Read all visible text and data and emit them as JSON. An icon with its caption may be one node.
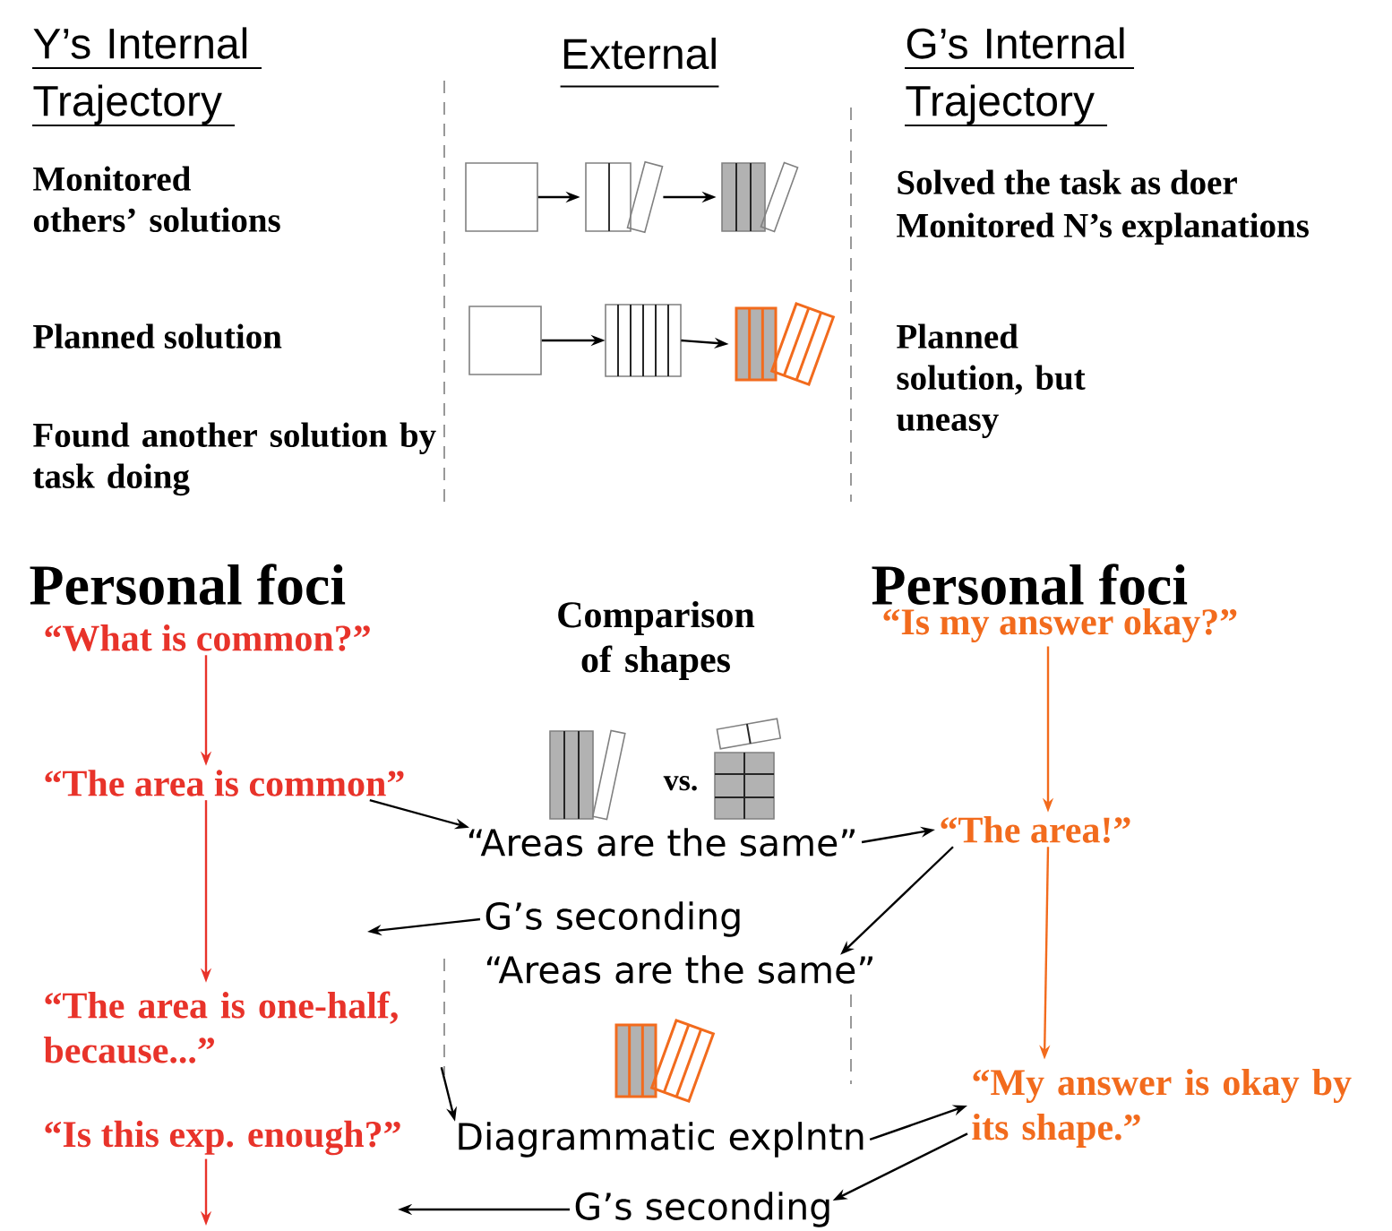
{
  "diagram": {
    "nodes": [
      {
        "text": [],
        "shape": "box"
      },
      {
        "text": [],
        "shape": "picture"
      },
      {
        "text": [],
        "shape": "picture"
      },
      {
        "text": [],
        "shape": "box"
      },
      {
        "text": [],
        "shape": "picture"
      },
      {
        "text": [],
        "shape": "picture"
      },
      {
        "text": [
          "“What is common?”"
        ]
      },
      {
        "text": [
          "“Is my answer okay?”"
        ]
      },
      {
        "text": [
          "“The area is common”"
        ]
      },
      {
        "text": [
          "“Areas are the same”"
        ]
      },
      {
        "text": [
          "“The area!”"
        ]
      },
      {
        "text": [
          "G’s seconding"
        ]
      },
      {
        "text": [
          "“Areas are the same”"
        ]
      },
      {
        "text": [
          "“The area is one-half, because...”"
        ]
      },
      {
        "text": [
          "“My answer is okay by its shape.”"
        ]
      },
      {
        "text": [
          "“Is this exp. enough?”"
        ]
      },
      {
        "text": [
          "Diagrammatic explntn"
        ]
      },
      {
        "text": [
          "G’s seconding"
        ]
      }
    ],
    "edges": [
      {
        "from": 0,
        "to": 1,
        "arrow": "to"
      },
      {
        "from": 1,
        "to": 2,
        "arrow": "to"
      },
      {
        "from": 3,
        "to": 4,
        "arrow": "to"
      },
      {
        "from": 4,
        "to": 5,
        "arrow": "to"
      },
      {
        "from": 6,
        "to": 8,
        "arrow": "to",
        "color": "#e8332a"
      },
      {
        "from": 8,
        "to": 13,
        "arrow": "to",
        "color": "#e8332a"
      },
      {
        "from": 7,
        "to": 10,
        "arrow": "to",
        "color": "#f26b1d"
      },
      {
        "from": 8,
        "to": 9,
        "arrow": "to"
      },
      {
        "from": 9,
        "to": 10,
        "arrow": "to"
      },
      {
        "from": 10,
        "to": 12,
        "arrow": "to"
      },
      {
        "from": 11,
        "to": null,
        "arrow": "to"
      },
      {
        "from": 10,
        "to": 14,
        "arrow": "to",
        "color": "#f26b1d"
      },
      {
        "from": 13,
        "to": 16,
        "arrow": "to"
      },
      {
        "from": 16,
        "to": 14,
        "arrow": "to"
      },
      {
        "from": 15,
        "to": null,
        "arrow": "to",
        "color": "#e8332a"
      },
      {
        "from": 14,
        "to": 17,
        "arrow": "to"
      },
      {
        "from": 17,
        "to": null,
        "arrow": "to"
      }
    ],
    "labels": [
      "Y’s Internal Trajectory",
      "External",
      "G’s Internal Trajectory",
      "Monitored others’ solutions",
      "Solved the task as doer",
      "Monitored N’s explanations",
      "Planned solution",
      "Planned solution, but uneasy",
      "Found another solution by task doing",
      "Personal foci",
      "Comparison of shapes",
      "Personal foci",
      "vs."
    ]
  }
}
